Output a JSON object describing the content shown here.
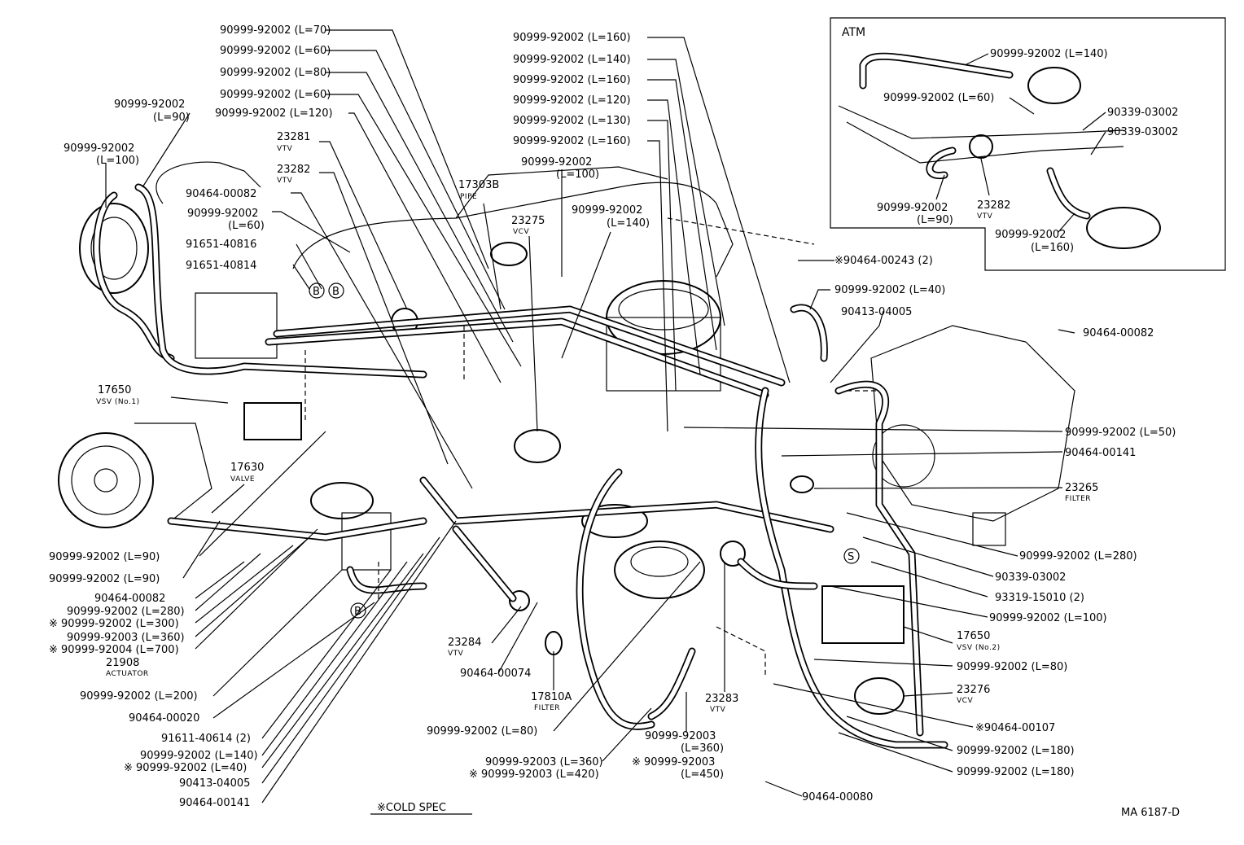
{
  "labels": {
    "l01": "90999-92002",
    "l01b": "(L=90)",
    "l02": "90999-92002",
    "l02b": "(L=100)",
    "l03": "90999-92002 (L=70)",
    "l04": "90999-92002 (L=60)",
    "l05": "90999-92002 (L=80)",
    "l06": "90999-92002 (L=60)",
    "l07": "90999-92002 (L=120)",
    "l08": "23281",
    "l08b": "VTV",
    "l09": "23282",
    "l09b": "VTV",
    "l10": "90464-00082",
    "l11": "90999-92002",
    "l11b": "(L=60)",
    "l12": "91651-40816",
    "l13": "91651-40814",
    "l14": "17303B",
    "l14b": "PIPE",
    "l15": "23275",
    "l15b": "VCV",
    "l16": "90999-92002 (L=160)",
    "l17": "90999-92002 (L=140)",
    "l18": "90999-92002 (L=160)",
    "l19": "90999-92002 (L=120)",
    "l20": "90999-92002 (L=130)",
    "l21": "90999-92002 (L=160)",
    "l22": "90999-92002",
    "l22b": "(L=100)",
    "l23": "90999-92002",
    "l23b": "(L=140)",
    "l24": "※90464-00243 (2)",
    "l25": "90999-92002 (L=40)",
    "l26": "90413-04005",
    "l27": "90464-00082",
    "l28": "17650",
    "l28b": "VSV (No.1)",
    "l29": "17630",
    "l29b": "VALVE",
    "l30": "90999-92002 (L=90)",
    "l31": "90999-92002 (L=90)",
    "l32": "90464-00082",
    "l33": "90999-92002 (L=280)",
    "l34": "※ 90999-92002 (L=300)",
    "l35": "90999-92003 (L=360)",
    "l36": "※ 90999-92004 (L=700)",
    "l37": "21908",
    "l37b": "ACTUATOR",
    "l38": "90999-92002 (L=200)",
    "l39": "90464-00020",
    "l40": "91611-40614 (2)",
    "l41": "90999-92002 (L=140)",
    "l42": "※ 90999-92002 (L=40)",
    "l43": "90413-04005",
    "l44": "90464-00141",
    "l45": "23284",
    "l45b": "VTV",
    "l46": "90464-00074",
    "l47": "17810A",
    "l47b": "FILTER",
    "l48": "90999-92002 (L=80)",
    "l49": "90999-92003 (L=360)",
    "l50": "※ 90999-92003 (L=420)",
    "l51": "23283",
    "l51b": "VTV",
    "l52": "90999-92003",
    "l52b": "(L=360)",
    "l53": "※ 90999-92003",
    "l53b": "(L=450)",
    "l54": "90464-00080",
    "l55": "90999-92002 (L=50)",
    "l56": "90464-00141",
    "l57": "23265",
    "l57b": "FILTER",
    "l58": "90999-92002 (L=280)",
    "l59": "90339-03002",
    "l60": "93319-15010 (2)",
    "l61": "90999-92002 (L=100)",
    "l62": "17650",
    "l62b": "VSV (No.2)",
    "l63": "90999-92002 (L=80)",
    "l64": "23276",
    "l64b": "VCV",
    "l65": "※90464-00107",
    "l66": "90999-92002 (L=180)",
    "l67": "90999-92002 (L=180)",
    "cold_spec": "※COLD SPEC",
    "drawing_no": "MA 6187-D",
    "ref_b1": "B",
    "ref_b2": "B",
    "ref_b3": "B",
    "ref_s": "S"
  },
  "inset": {
    "title": "ATM",
    "a1": "90999-92002 (L=140)",
    "a2": "90999-92002 (L=60)",
    "a3": "90339-03002",
    "a4": "90339-03002",
    "a5": "90999-92002",
    "a5b": "(L=90)",
    "a6": "23282",
    "a6b": "VTV",
    "a7": "90999-92002",
    "a7b": "(L=160)"
  }
}
